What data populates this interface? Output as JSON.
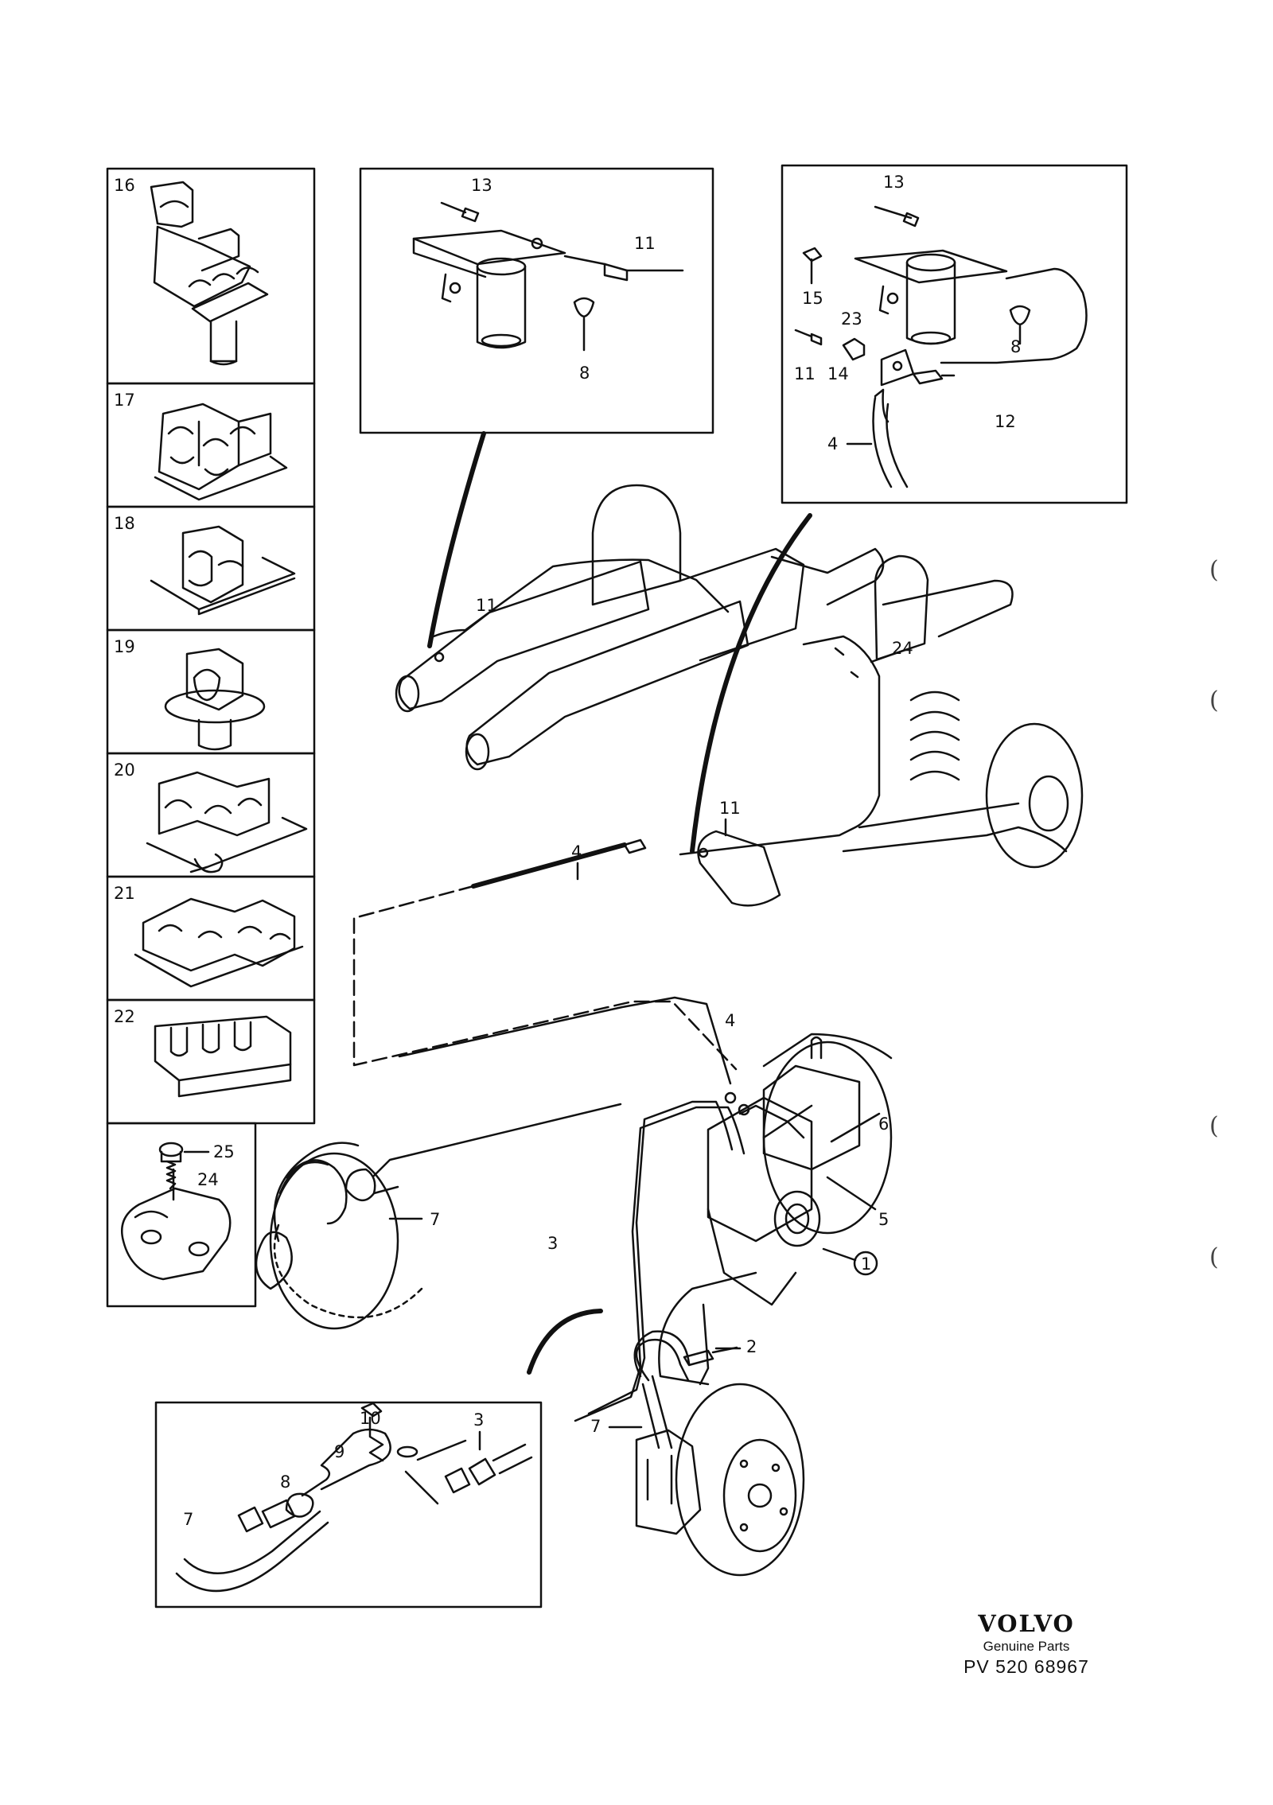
{
  "brand": {
    "logo_text": "VOLVO",
    "subtitle": "Genuine Parts",
    "code": "PV 520 68967"
  },
  "side_parens": [
    "(",
    "(",
    "(",
    "("
  ],
  "clip_panel": {
    "items": [
      {
        "number": "16",
        "part": "clip-16-icon"
      },
      {
        "number": "17",
        "part": "clip-17-icon"
      },
      {
        "number": "18",
        "part": "clip-18-icon"
      },
      {
        "number": "19",
        "part": "clip-19-icon"
      },
      {
        "number": "20",
        "part": "clip-20-icon"
      },
      {
        "number": "21",
        "part": "clip-21-icon"
      },
      {
        "number": "22",
        "part": "clip-22-icon"
      }
    ],
    "detail_25_24": {
      "screw_label": "25",
      "clip_label": "24"
    }
  },
  "inset_top_center": {
    "labels": [
      "13",
      "11",
      "8"
    ]
  },
  "inset_top_right": {
    "labels": [
      "13",
      "15",
      "23",
      "8",
      "11",
      "14",
      "12",
      "4"
    ]
  },
  "rear_axle": {
    "labels": [
      "11",
      "24",
      "11",
      "4"
    ]
  },
  "front_section": {
    "labels": [
      "4",
      "6",
      "7",
      "5",
      "3",
      "1",
      "2",
      "7"
    ]
  },
  "inset_bottom": {
    "labels": [
      "10",
      "3",
      "9",
      "8",
      "7"
    ]
  },
  "colors": {
    "ink": "#111111",
    "paper": "#ffffff"
  }
}
